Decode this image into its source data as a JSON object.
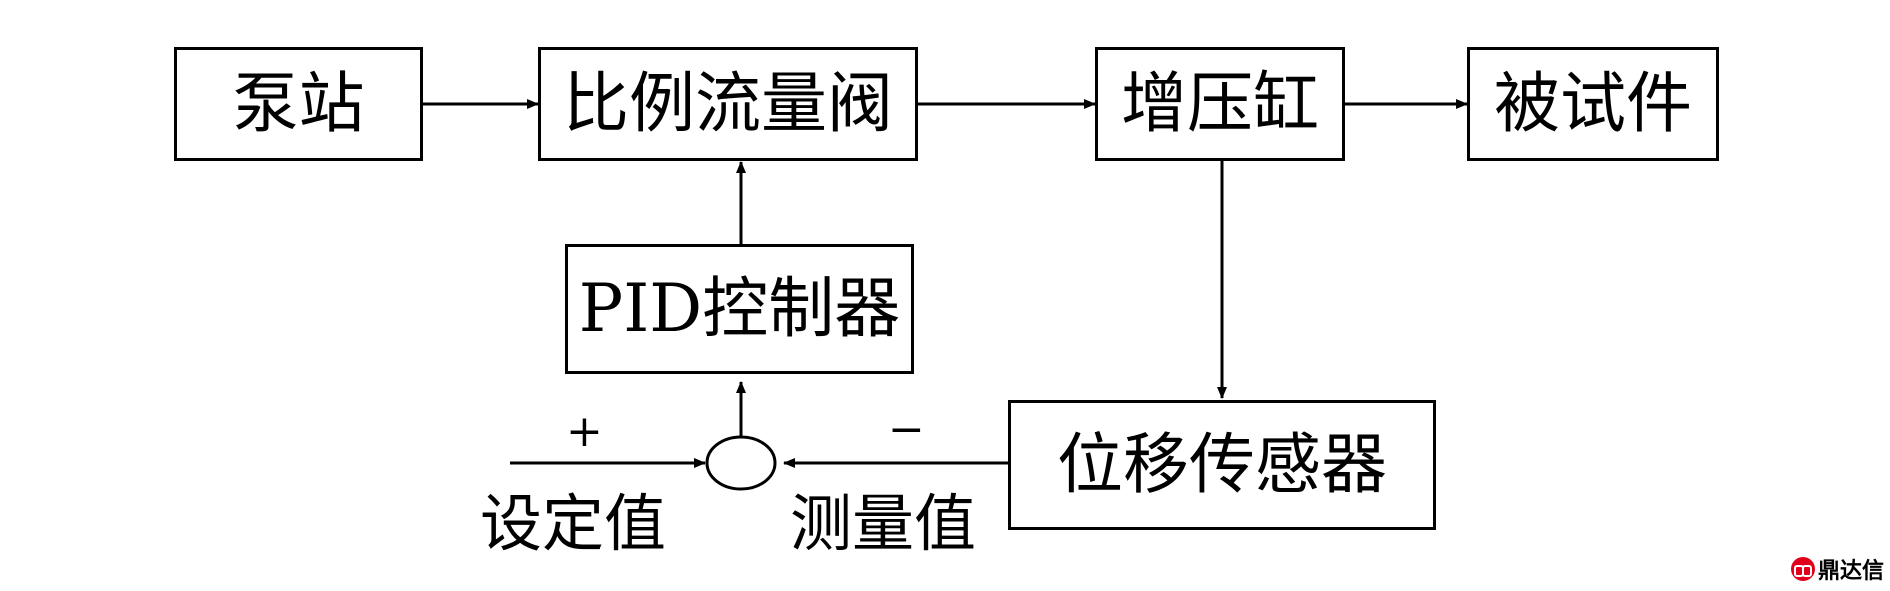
{
  "blocks": {
    "pump": "泵站",
    "valve": "比例流量阀",
    "booster": "增压缸",
    "specimen": "被试件",
    "pid": "PID控制器",
    "sensor": "位移传感器"
  },
  "signals": {
    "setpoint": "设定值",
    "measured": "测量值",
    "plus": "+",
    "minus": "−"
  },
  "watermark": "鼎达信"
}
